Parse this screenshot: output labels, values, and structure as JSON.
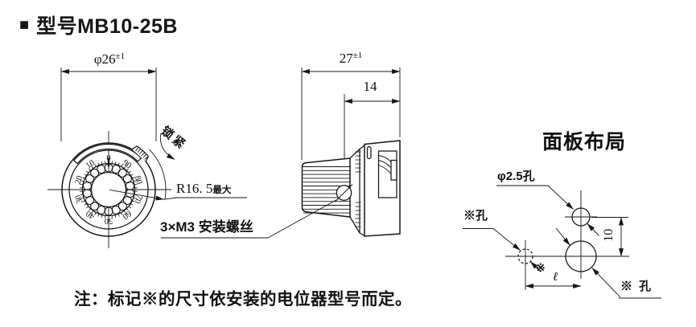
{
  "title": {
    "marker": "■",
    "text": "型号MB10-25B"
  },
  "front_view": {
    "diameter_dim": {
      "value": "φ26",
      "tolerance": "±1"
    },
    "radius_label": {
      "value": "R16. 5",
      "suffix": "最大"
    },
    "lock_label": "锁紧",
    "screw_label": "3×M3 安装螺丝",
    "dial_numbers": [
      "0",
      "10",
      "20",
      "30",
      "40",
      "50",
      "60",
      "70",
      "80",
      "90"
    ]
  },
  "side_view": {
    "width_dim": {
      "value": "27",
      "tolerance": "±1"
    },
    "front_depth_dim": "14"
  },
  "panel_layout": {
    "title": "面板布局",
    "top_hole_label": "φ2.5孔",
    "left_hole_label": "※孔",
    "bottom_hole_label": "※ 孔",
    "vertical_dim": "10",
    "horizontal_dim_mark": "※",
    "horizontal_dim": "ℓ"
  },
  "note": "注：标记※的尺寸依安装的电位器型号而定。"
}
